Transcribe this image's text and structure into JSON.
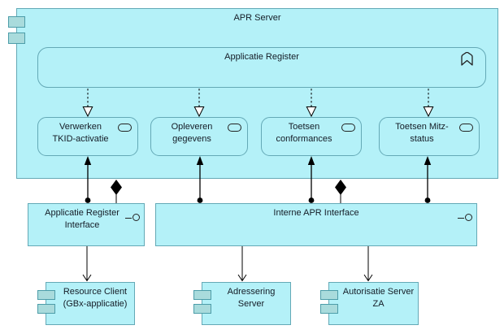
{
  "diagram": {
    "apr_server": {
      "label": "APR Server"
    },
    "applicatie_register": {
      "label": "Applicatie Register"
    },
    "services": [
      {
        "label": "Verwerken\nTKID-activatie"
      },
      {
        "label": "Opleveren\ngegevens"
      },
      {
        "label": "Toetsen\nconformances"
      },
      {
        "label": "Toetsen Mitz-\nstatus"
      }
    ],
    "interfaces": [
      {
        "label": "Applicatie Register\nInterface"
      },
      {
        "label": "Interne APR Interface"
      }
    ],
    "components": [
      {
        "label": "Resource Client\n(GBx-applicatie)"
      },
      {
        "label": "Adressering\nServer"
      },
      {
        "label": "Autorisatie Server\nZA"
      }
    ],
    "colors": {
      "element_fill": "#b4f1f8",
      "element_border": "#64a9b6",
      "icon_fill": "#a9dbdc",
      "icon_border": "#4d9da9",
      "connector": "#000000",
      "text": "#141c26",
      "canvas": "#ffffff"
    }
  }
}
